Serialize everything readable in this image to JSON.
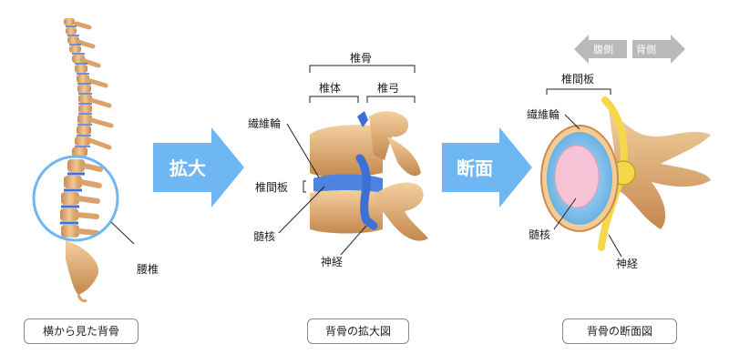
{
  "panels": {
    "spine": {
      "label_lumbar": "腰椎",
      "caption": "横から見た背骨"
    },
    "arrow1": {
      "label": "拡大"
    },
    "enlarged": {
      "label_vertebra_whole": "椎骨",
      "label_body": "椎体",
      "label_arch": "椎弓",
      "label_annulus": "繊維輪",
      "label_disc": "椎間板",
      "label_nucleus": "髄核",
      "label_nerve": "神経",
      "caption": "背骨の拡大図"
    },
    "arrow2": {
      "label": "断面"
    },
    "section": {
      "dir_ventral": "腹側",
      "dir_dorsal": "背側",
      "label_disc": "椎間板",
      "label_annulus": "繊維輪",
      "label_nucleus": "髄核",
      "label_nerve": "神経",
      "caption": "背骨の断面図"
    }
  },
  "colors": {
    "bone": "#e8b57f",
    "bone_dark": "#c98b52",
    "disc_blue": "#3d6fd6",
    "arrow_blue": "#6fb7f2",
    "nucleus_pink": "#f7c3d6",
    "nerve_yellow": "#f4d84a",
    "gray_arrow": "#b9b9b9"
  }
}
